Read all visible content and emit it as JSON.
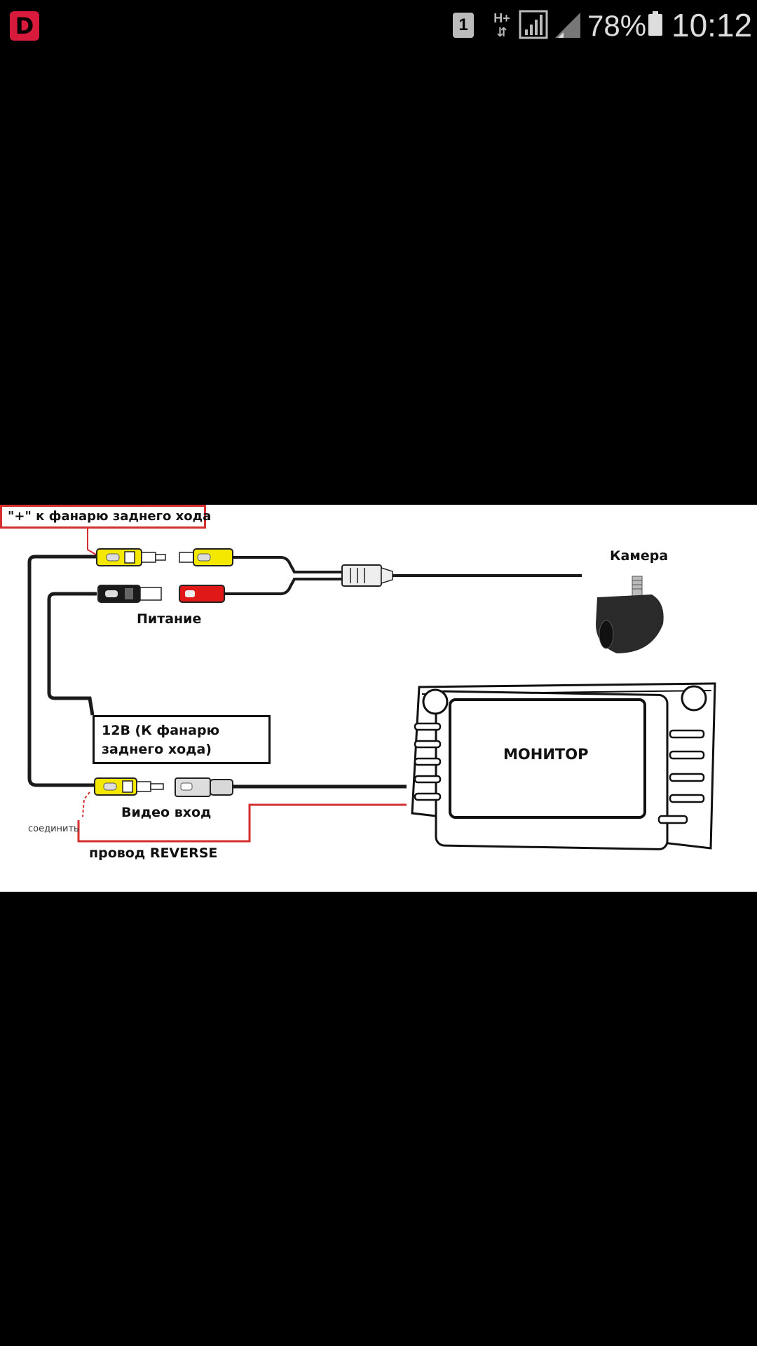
{
  "status_bar": {
    "app_badge": "D",
    "sim_slot": "1",
    "network_type_top": "H+",
    "network_type_bottom": "⇵",
    "battery_percent": "78%",
    "time": "10:12"
  },
  "diagram": {
    "label_rear_light_plus": "\"+\" к фанарю заднего хода",
    "label_power": "Питание",
    "label_camera": "Камера",
    "label_12v": "12В (К фанарю заднего хода)",
    "label_video_in": "Видео вход",
    "label_connect": "соединить",
    "label_reverse_wire": "провод REVERSE",
    "label_monitor": "МОНИТОР",
    "colors": {
      "yellow": "#f5e800",
      "red": "#e01818",
      "black": "#1a1a1a",
      "gray": "#d8d8d8",
      "accent_red": "#d32f2f"
    }
  }
}
